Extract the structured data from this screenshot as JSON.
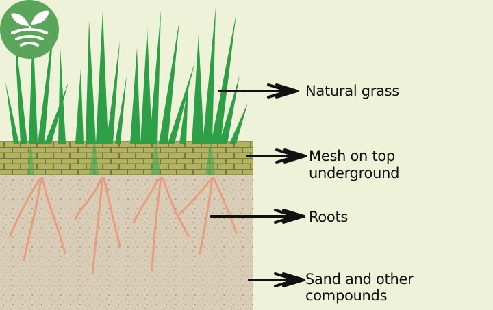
{
  "labels": {
    "grass": "Natural grass",
    "mesh_line1": "Mesh on top",
    "mesh_line2": "underground",
    "roots": "Roots",
    "sand_line1": "Sand and other",
    "sand_line2": "compounds"
  },
  "icons": {
    "logo": "sprout-wifi-icon"
  },
  "colors": {
    "background": "#eef2d8",
    "soil": "#d9cdb7",
    "mesh": "#b8b45a",
    "grass": "#2e9e47",
    "roots": "#e89a7a",
    "logo": "#5aa55a"
  }
}
